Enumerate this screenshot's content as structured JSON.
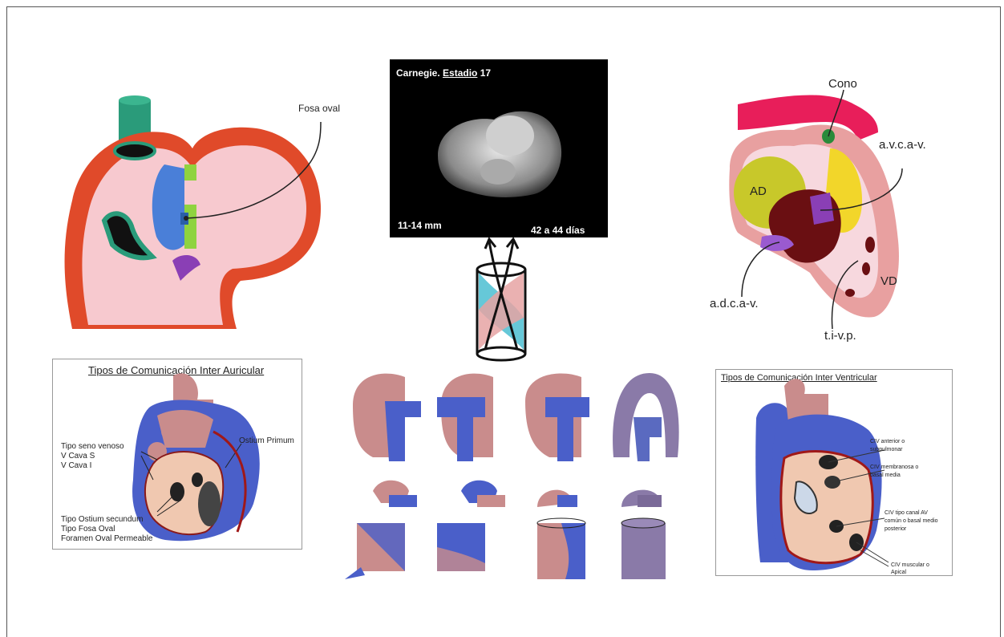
{
  "atrial_figure": {
    "fosa_oval_label": "Fosa oval"
  },
  "embryo_photo": {
    "title_prefix": "Carnegie. ",
    "title_underlined": "Estadio",
    "title_suffix": " 17",
    "size_label": "11-14   mm",
    "age_label": "42 a 44 días"
  },
  "ventricle_figure": {
    "cono": "Cono",
    "avca": "a.v.c.a-v.",
    "ad": "AD",
    "vd": "VD",
    "adca": "a.d.c.a-v.",
    "tivp": "t.i-v.p."
  },
  "cia_box": {
    "title": "Tipos de Comunicación  Inter Auricular",
    "seno_venoso": [
      "Tipo seno venoso",
      "V Cava S",
      "V Cava I"
    ],
    "ostium_primum": "Ostium Primum",
    "ostium_secundum": [
      "Tipo Ostium secundum",
      "Tipo Fosa Oval",
      "Foramen Oval Permeable"
    ]
  },
  "civ_box": {
    "title": "Tipos de Comunicación  Inter Ventricular",
    "anterior": [
      "CIV  anterior o",
      "subpulmonar"
    ],
    "membranosa": [
      "CIV  membranosa o",
      "basal media"
    ],
    "canal": [
      "CIV  tipo canal AV",
      "común o basal medio",
      "posterior"
    ],
    "muscular": [
      "CIV  muscular o",
      "Apical"
    ]
  },
  "colors": {
    "blue": "#4a5fc9",
    "pink": "#c98c8c",
    "myocardium": "#e04a2a",
    "cavity": "#f7c9cf",
    "teal": "#2a9b7a",
    "yellow": "#f2d62a",
    "maroon": "#6a0f12",
    "purple": "#8a3fb5"
  }
}
